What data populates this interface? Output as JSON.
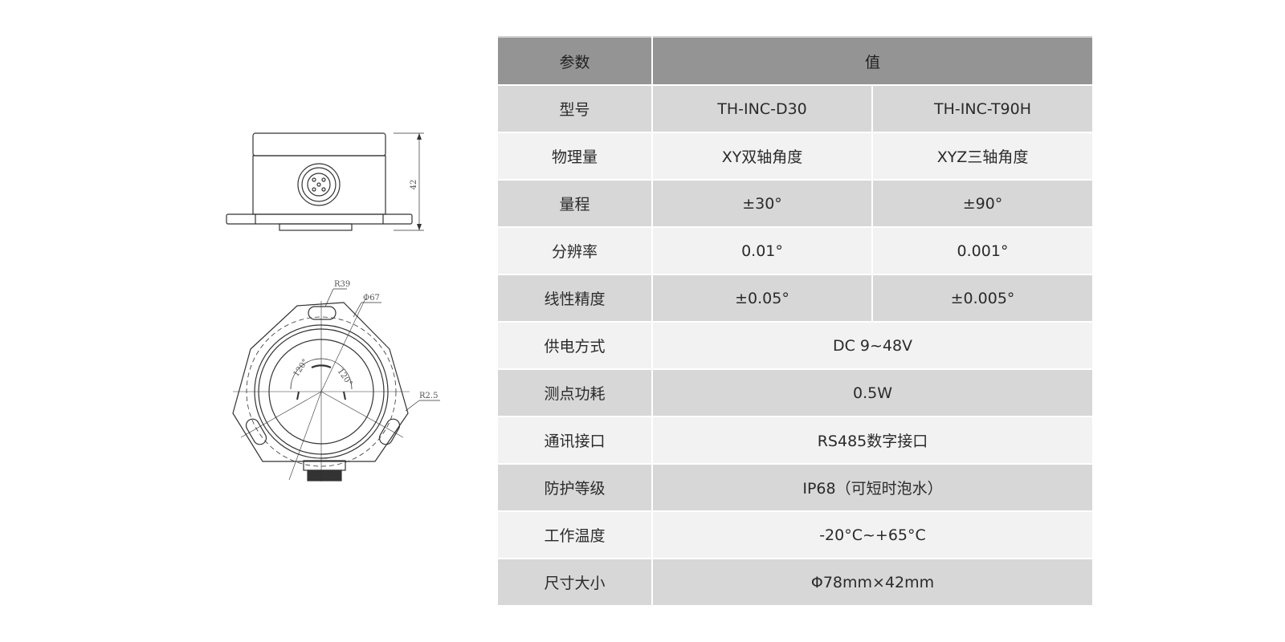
{
  "table": {
    "header": {
      "param": "参数",
      "value": "值"
    },
    "rows": [
      {
        "param": "型号",
        "a": "TH-INC-D30",
        "b": "TH-INC-T90H"
      },
      {
        "param": "物理量",
        "a": "XY双轴角度",
        "b": "XYZ三轴角度"
      },
      {
        "param": "量程",
        "a": "±30°",
        "b": "±90°"
      },
      {
        "param": "分辨率",
        "a": "0.01°",
        "b": "0.001°"
      },
      {
        "param": "线性精度",
        "a": "±0.05°",
        "b": "±0.005°"
      },
      {
        "param": "供电方式",
        "value": "DC 9~48V"
      },
      {
        "param": "测点功耗",
        "value": "0.5W"
      },
      {
        "param": "通讯接口",
        "value": "RS485数字接口"
      },
      {
        "param": "防护等级",
        "value": "IP68（可短时泡水）"
      },
      {
        "param": "工作温度",
        "value": "-20°C~+65°C"
      },
      {
        "param": "尺寸大小",
        "value": "Φ78mm×42mm"
      }
    ]
  },
  "drawing": {
    "height_dim": "42",
    "radius_dim": "R39",
    "diameter_dim": "Φ67",
    "angle_left": "120°",
    "angle_right": "120°",
    "corner_radius_dim": "R2.5"
  }
}
